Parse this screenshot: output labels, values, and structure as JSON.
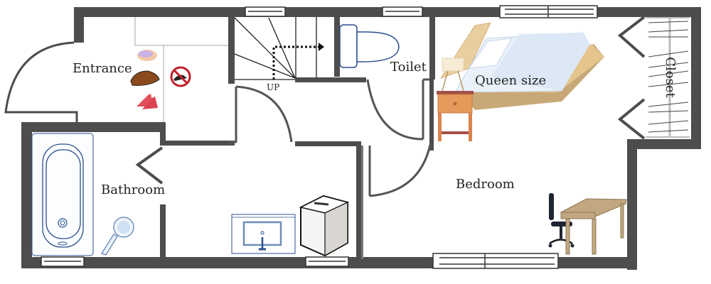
{
  "floorplan": {
    "colors": {
      "wall": "#4d4d4d",
      "window_frame": "#333333",
      "fixture_blue": "#2b4f8f",
      "wood_light": "#e9cf9f",
      "wood_dark": "#c9a877",
      "nightstand": "#d9844e",
      "desk": "#c2a880",
      "shoe_red": "#e0505a",
      "shoe_brown": "#8a4a1c",
      "no_sign_red": "#c0202a"
    },
    "rooms": {
      "entrance": "Entrance",
      "bathroom": "Bathroom",
      "toilet": "Toilet",
      "bedroom": "Bedroom",
      "closet": "Closet"
    },
    "labels": {
      "stairs": "UP",
      "bed": "Queen size"
    },
    "icons": {
      "no_shoes": "no-shoes-sign",
      "bathtub": "bathtub",
      "shower": "shower-head",
      "sink": "sink",
      "washing_machine": "washing-machine",
      "toilet": "toilet",
      "bed": "queen-bed",
      "nightstand": "nightstand",
      "desk": "desk",
      "chair": "office-chair",
      "shoes": "shoes"
    }
  }
}
